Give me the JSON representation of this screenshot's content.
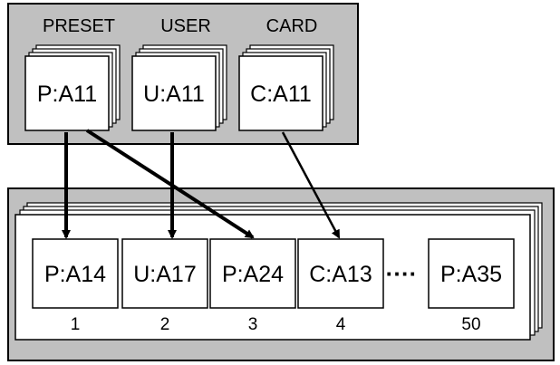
{
  "source_group": {
    "labels": [
      "PRESET",
      "USER",
      "CARD"
    ],
    "cards": [
      "P:A11",
      "U:A11",
      "C:A11"
    ]
  },
  "destination_group": {
    "slots": [
      {
        "label": "P:A14",
        "number": "1"
      },
      {
        "label": "U:A17",
        "number": "2"
      },
      {
        "label": "P:A24",
        "number": "3"
      },
      {
        "label": "C:A13",
        "number": "4"
      },
      {
        "label": "P:A35",
        "number": "50"
      }
    ],
    "ellipsis": "····"
  },
  "colors": {
    "panel_fill": "#c0c0c0",
    "card_fill": "#ffffff",
    "stroke": "#000000"
  },
  "arrows": [
    {
      "from": "P:A11",
      "to": "P:A14",
      "style": "thick"
    },
    {
      "from": "P:A11",
      "to": "P:A24",
      "style": "thick"
    },
    {
      "from": "U:A11",
      "to": "U:A17",
      "style": "thick"
    },
    {
      "from": "C:A11",
      "to": "C:A13",
      "style": "thin"
    }
  ]
}
